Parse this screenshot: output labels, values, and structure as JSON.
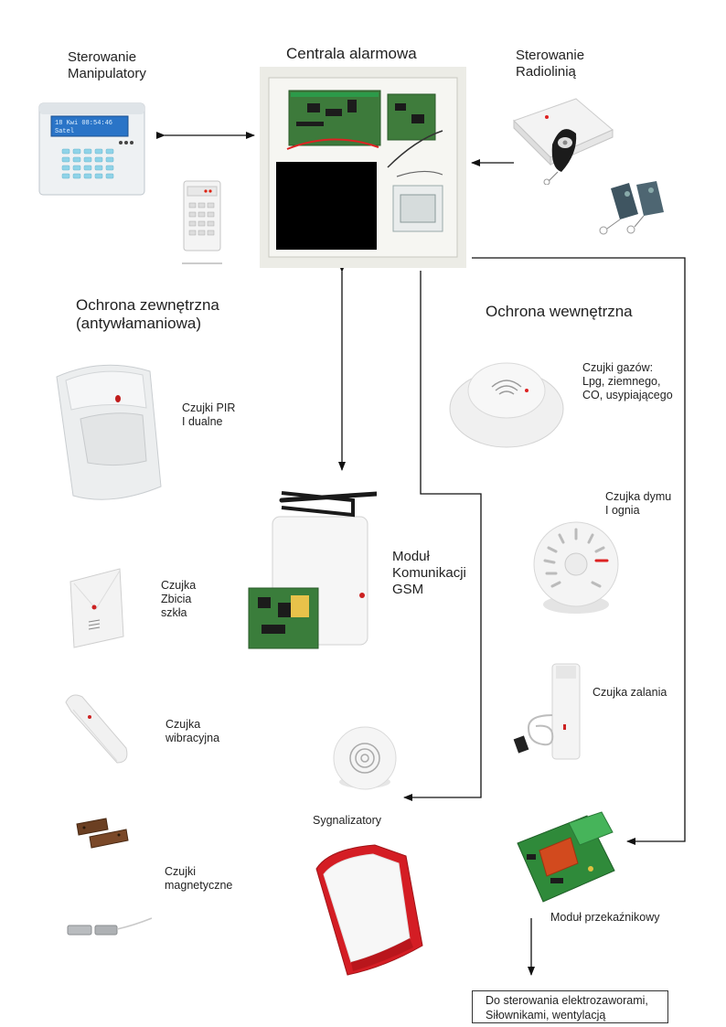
{
  "labels": {
    "manipulatory": "Sterowanie\nManipulatory",
    "centrala": "Centrala alarmowa",
    "radiolinia": "Sterowanie\nRadiolinią",
    "zewnetrzna": "Ochrona zewnętrzna\n(antywłamaniowa)",
    "wewnetrzna": "Ochrona wewnętrzna",
    "pir": "Czujki PIR\nI dualne",
    "gazy": "Czujki gazów:\nLpg, ziemnego,\nCO, usypiającego",
    "gsm": "Moduł\nKomunikacji\nGSM",
    "dym": "Czujka dymu\nI ognia",
    "szklo": "Czujka\nZbicia\nszkła",
    "zalanie": "Czujka zalania",
    "wibracyjna": "Czujka\nwibracyjna",
    "sygnalizatory": "Sygnalizatory",
    "magnetyczne": "Czujki\nmagnetyczne",
    "przekaznik": "Moduł przekaźnikowy",
    "elektrozawory": "Do sterowania elektrozaworami,\nSiłownikami, wentylacją"
  },
  "keypad_display": {
    "line1": "18 Kwi 08:54:46",
    "line2": "Satel"
  }
}
